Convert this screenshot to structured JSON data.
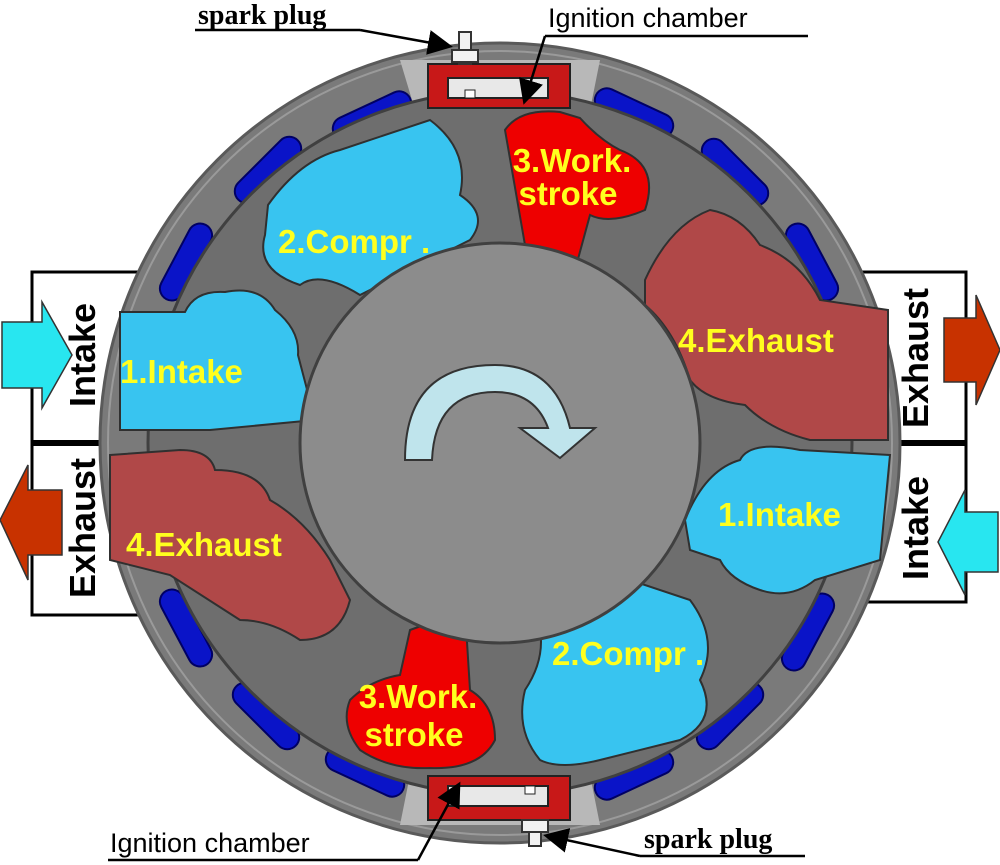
{
  "callouts": {
    "spark_plug_top": "spark plug",
    "ignition_chamber_top": "Ignition chamber",
    "ignition_chamber_bottom": "Ignition chamber",
    "spark_plug_bottom": "spark plug"
  },
  "ports": {
    "left_intake": "Intake",
    "left_exhaust": "Exhaust",
    "right_exhaust": "Exhaust",
    "right_intake": "Intake"
  },
  "phases": {
    "intake_left": "1.Intake",
    "compr_top": "2.Compr .",
    "work_top_line1": "3.Work.",
    "work_top_line2": "stroke",
    "exhaust_right": "4.Exhaust",
    "intake_right": "1.Intake",
    "exhaust_left": "4.Exhaust",
    "compr_bottom": "2.Compr .",
    "work_bottom_line1": "3.Work.",
    "work_bottom_line2": "stroke"
  },
  "colors": {
    "housing": "#7a7a7a",
    "rotor": "#8c8c8c",
    "slots": "#0a14c8",
    "intake_chamber": "#38c4f0",
    "compression_chamber": "#38c4f0",
    "work_chamber": "#ee0000",
    "exhaust_chamber": "#b04848",
    "phase_text": "#ffff1e",
    "intake_arrow": "#28e6f0",
    "exhaust_arrow": "#c83200",
    "rotation_arrow": "#bfe4ec"
  }
}
